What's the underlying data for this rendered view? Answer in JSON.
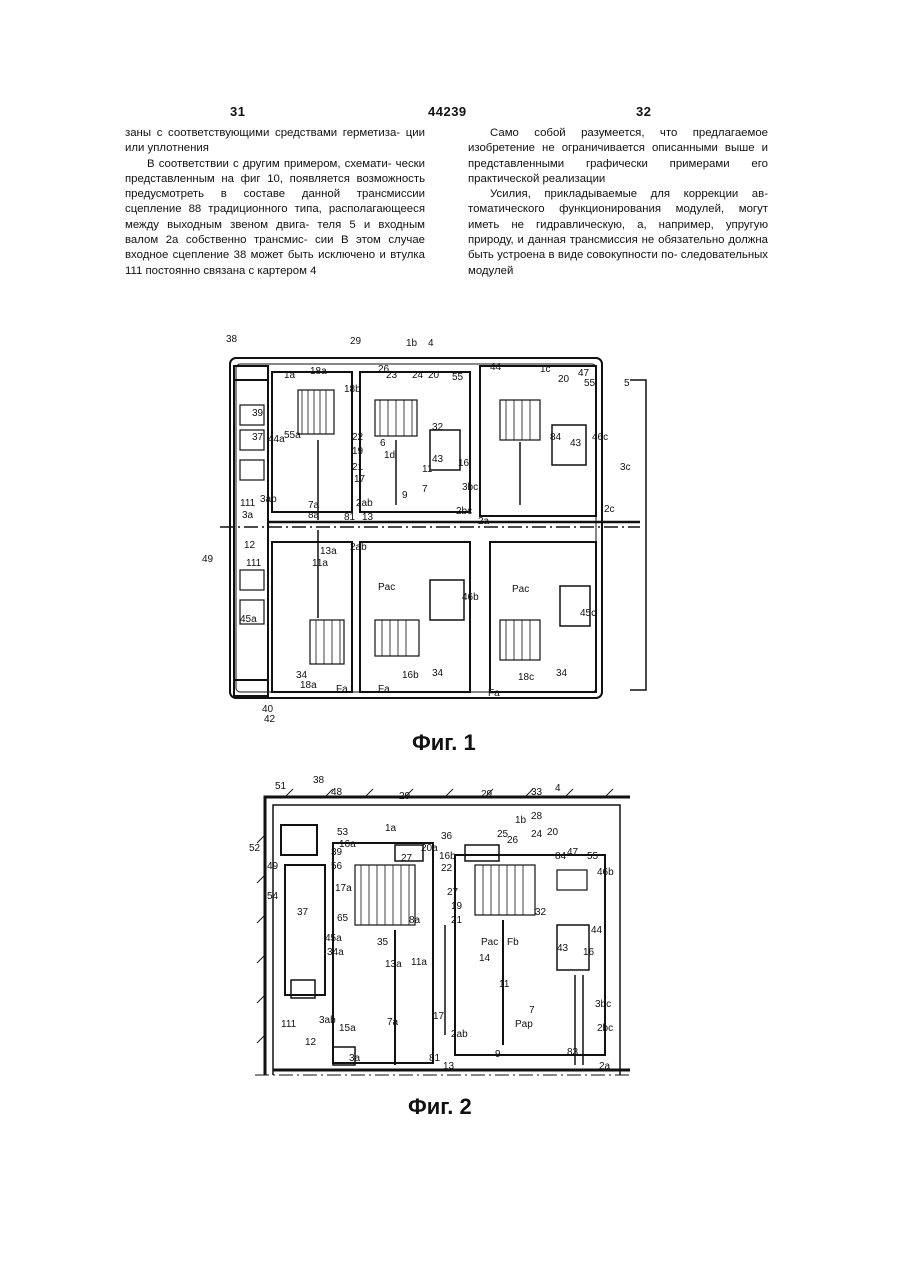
{
  "header": {
    "left_page": "31",
    "doc_number": "44239",
    "right_page": "32"
  },
  "left_column": {
    "p1": "заны с соответствующими средствами герметиза- ции или уплотнения",
    "p2": "В соответствии с другим примером, схемати- чески представленным на фиг 10, появляется возможность предусмотреть в составе данной трансмиссии сцепление 88 традиционного типа, располагающееся между выходным звеном двига- теля 5 и входным валом 2а собственно трансмис- сии В этом случае входное сцепление 38 может быть исключено и втулка 111 постоянно связана с картером 4"
  },
  "right_column": {
    "p1": "Само собой разумеется, что предлагаемое изобретение не ограничивается описанными выше и представленными графически примерами его практической реализации",
    "p2": "Усилия, прикладываемые для коррекции ав- томатического функционирования модулей, могут иметь не гидравлическую, а, например, упругую природу, и данная трансмиссия не обязательно должна быть устроена в виде совокупности по- следовательных модулей"
  },
  "figure1": {
    "caption": "Фиг. 1",
    "labels": [
      "38",
      "29",
      "1b",
      "4",
      "5",
      "1a",
      "18a",
      "18b",
      "26",
      "23",
      "24",
      "20",
      "55",
      "44",
      "1c",
      "20",
      "47",
      "55",
      "39",
      "37",
      "44a",
      "55a",
      "22",
      "19",
      "21",
      "32",
      "16",
      "43",
      "84",
      "43",
      "46c",
      "3c",
      "6",
      "1d",
      "11",
      "9",
      "7",
      "3bc",
      "2bc",
      "2c",
      "111",
      "3ab",
      "2ab",
      "81",
      "13",
      "2a",
      "3a",
      "12",
      "13a",
      "2ab",
      "49",
      "111",
      "45a",
      "Pac",
      "46b",
      "Pac",
      "45c",
      "34",
      "18a",
      "Fa",
      "Fa",
      "16b",
      "34",
      "Fa",
      "18c",
      "34",
      "40",
      "42",
      "17",
      "7a",
      "8a",
      "11a"
    ]
  },
  "figure2": {
    "caption": "Фиг. 2",
    "labels": [
      "51",
      "38",
      "48",
      "29",
      "29",
      "33",
      "4",
      "52",
      "53",
      "16a",
      "20a",
      "36",
      "1b",
      "28",
      "49",
      "39",
      "56",
      "1a",
      "27",
      "16b",
      "25",
      "26",
      "24",
      "20",
      "84",
      "47",
      "55",
      "46b",
      "54",
      "37",
      "17a",
      "22",
      "27",
      "19",
      "21",
      "32",
      "44",
      "65",
      "35",
      "Pac",
      "Fb",
      "43",
      "16",
      "45a",
      "34a",
      "8a",
      "13a",
      "11a",
      "14",
      "11",
      "7",
      "3bc",
      "111",
      "3ab",
      "15a",
      "7a",
      "17",
      "2ab",
      "Pap",
      "2bc",
      "12",
      "3a",
      "81",
      "13",
      "9",
      "83",
      "2a"
    ]
  }
}
